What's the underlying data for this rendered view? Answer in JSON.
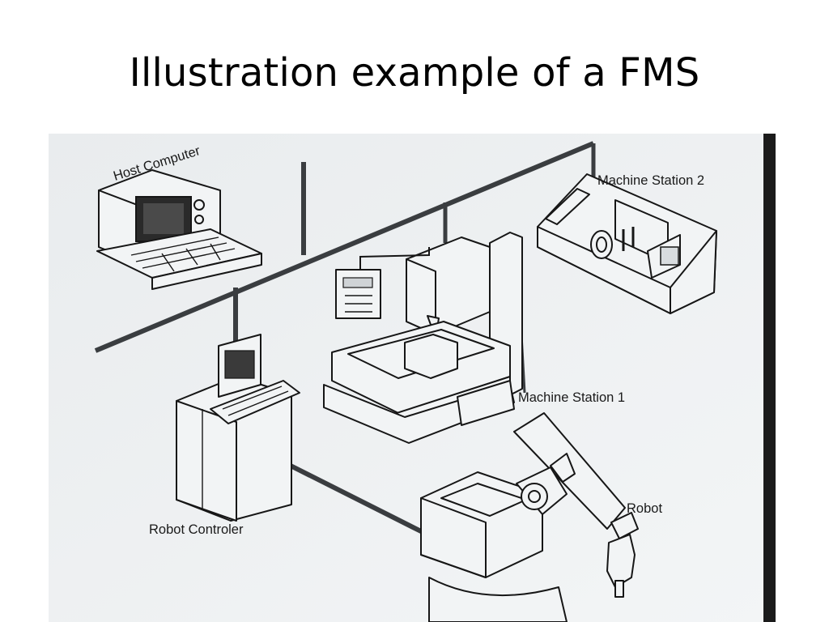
{
  "slide": {
    "title": "Illustration example of a FMS"
  },
  "diagram": {
    "labels": {
      "host_computer": "Host Computer",
      "machine_station_2": "Machine Station 2",
      "machine_station_1": "Machine Station 1",
      "robot_controller": "Robot Controler",
      "robot": "Robot"
    }
  }
}
